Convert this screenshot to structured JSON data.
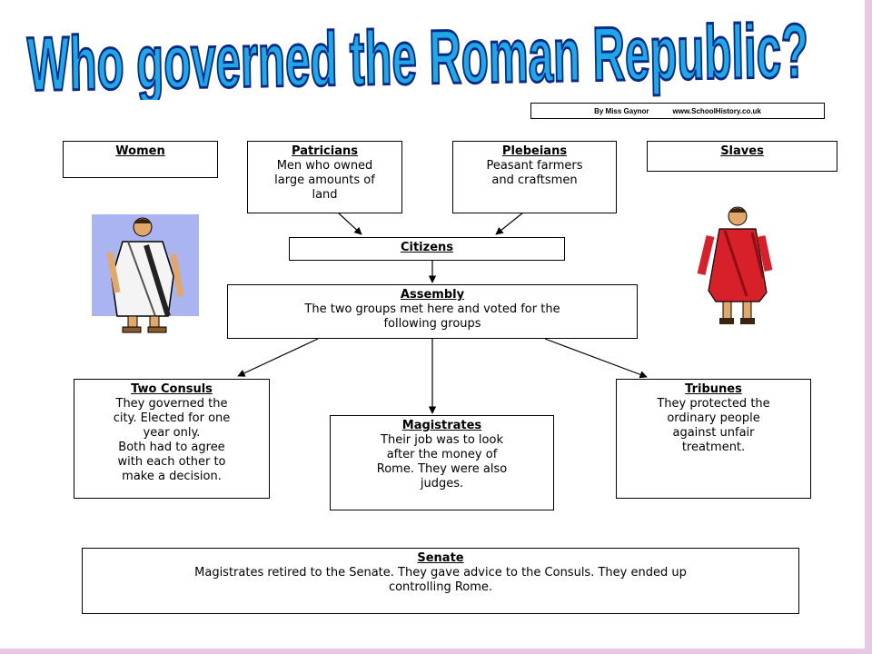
{
  "title": "Who governed the Roman Republic?",
  "credit": {
    "author": "By Miss Gaynor",
    "website": "www.SchoolHistory.co.uk"
  },
  "boxes": {
    "women": {
      "heading": "Women"
    },
    "patricians": {
      "heading": "Patricians",
      "body": "Men who owned\nlarge amounts of\nland"
    },
    "plebeians": {
      "heading": "Plebeians",
      "body": "Peasant farmers\nand craftsmen"
    },
    "slaves": {
      "heading": "Slaves"
    },
    "citizens": {
      "heading": "Citizens"
    },
    "assembly": {
      "heading": "Assembly",
      "body": "The two groups met here and voted for the\nfollowing groups"
    },
    "consuls": {
      "heading": "Two Consuls",
      "body": "They governed the\ncity. Elected for one\nyear only.\nBoth had to agree\nwith each other to\nmake a decision."
    },
    "magistrates": {
      "heading": "Magistrates",
      "body": "Their job was to look\nafter the money of\nRome. They were also\njudges."
    },
    "tribunes": {
      "heading": "Tribunes",
      "body": "They protected the\nordinary people\nagainst unfair\ntreatment."
    },
    "senate": {
      "heading": "Senate",
      "body": "Magistrates retired to the Senate.  They gave advice to the Consuls.  They ended up\ncontrolling Rome."
    }
  },
  "colors": {
    "title_fill": "#1ea9e6",
    "title_stroke": "#0a2a8a",
    "figure_left_bg": "#aab4f0",
    "toga_red": "#d8202a",
    "border_pink": "#e7c9e4"
  }
}
